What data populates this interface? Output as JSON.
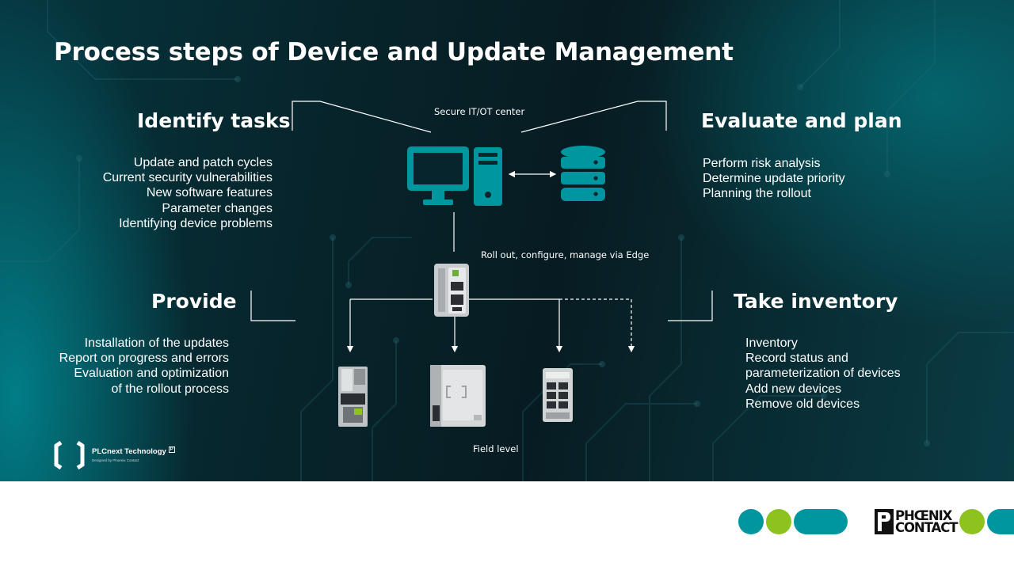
{
  "slide": {
    "title": "Process steps of Device and Update Management"
  },
  "sections": {
    "identify": {
      "heading": "Identify tasks",
      "items": [
        "Update and patch cycles",
        "Current security vulnerabilities",
        "New software features",
        "Parameter changes",
        "Identifying device problems"
      ]
    },
    "evaluate": {
      "heading": "Evaluate and plan",
      "items": [
        "Perform risk analysis",
        "Determine update priority",
        "Planning the rollout"
      ]
    },
    "provide": {
      "heading": "Provide",
      "items": [
        "Installation of the updates",
        "Report on progress and errors",
        "Evaluation and optimization",
        "of the rollout process"
      ]
    },
    "inventory": {
      "heading": "Take inventory",
      "items": [
        "Inventory",
        "Record status and",
        "parameterization of devices",
        "Add new devices",
        "Remove old devices"
      ]
    }
  },
  "diagram": {
    "center_label": "Secure  IT/OT center",
    "edge_label": "Roll out, configure, manage via Edge",
    "field_label": "Field level",
    "icons": [
      "computer-icon",
      "database-icon",
      "edge-device-icon",
      "field-device-icon"
    ],
    "icon_color": "#0096a0"
  },
  "branding": {
    "plcnext_name": "PLCnext Technology",
    "plcnext_tagline": "Designed by Phoenix Contact",
    "plcnext_badge": "P",
    "company_line1": "PHŒNIX",
    "company_line2": "CONTACT"
  },
  "colors": {
    "teal": "#0096a0",
    "lime": "#8dc21f",
    "text": "#ffffff"
  }
}
